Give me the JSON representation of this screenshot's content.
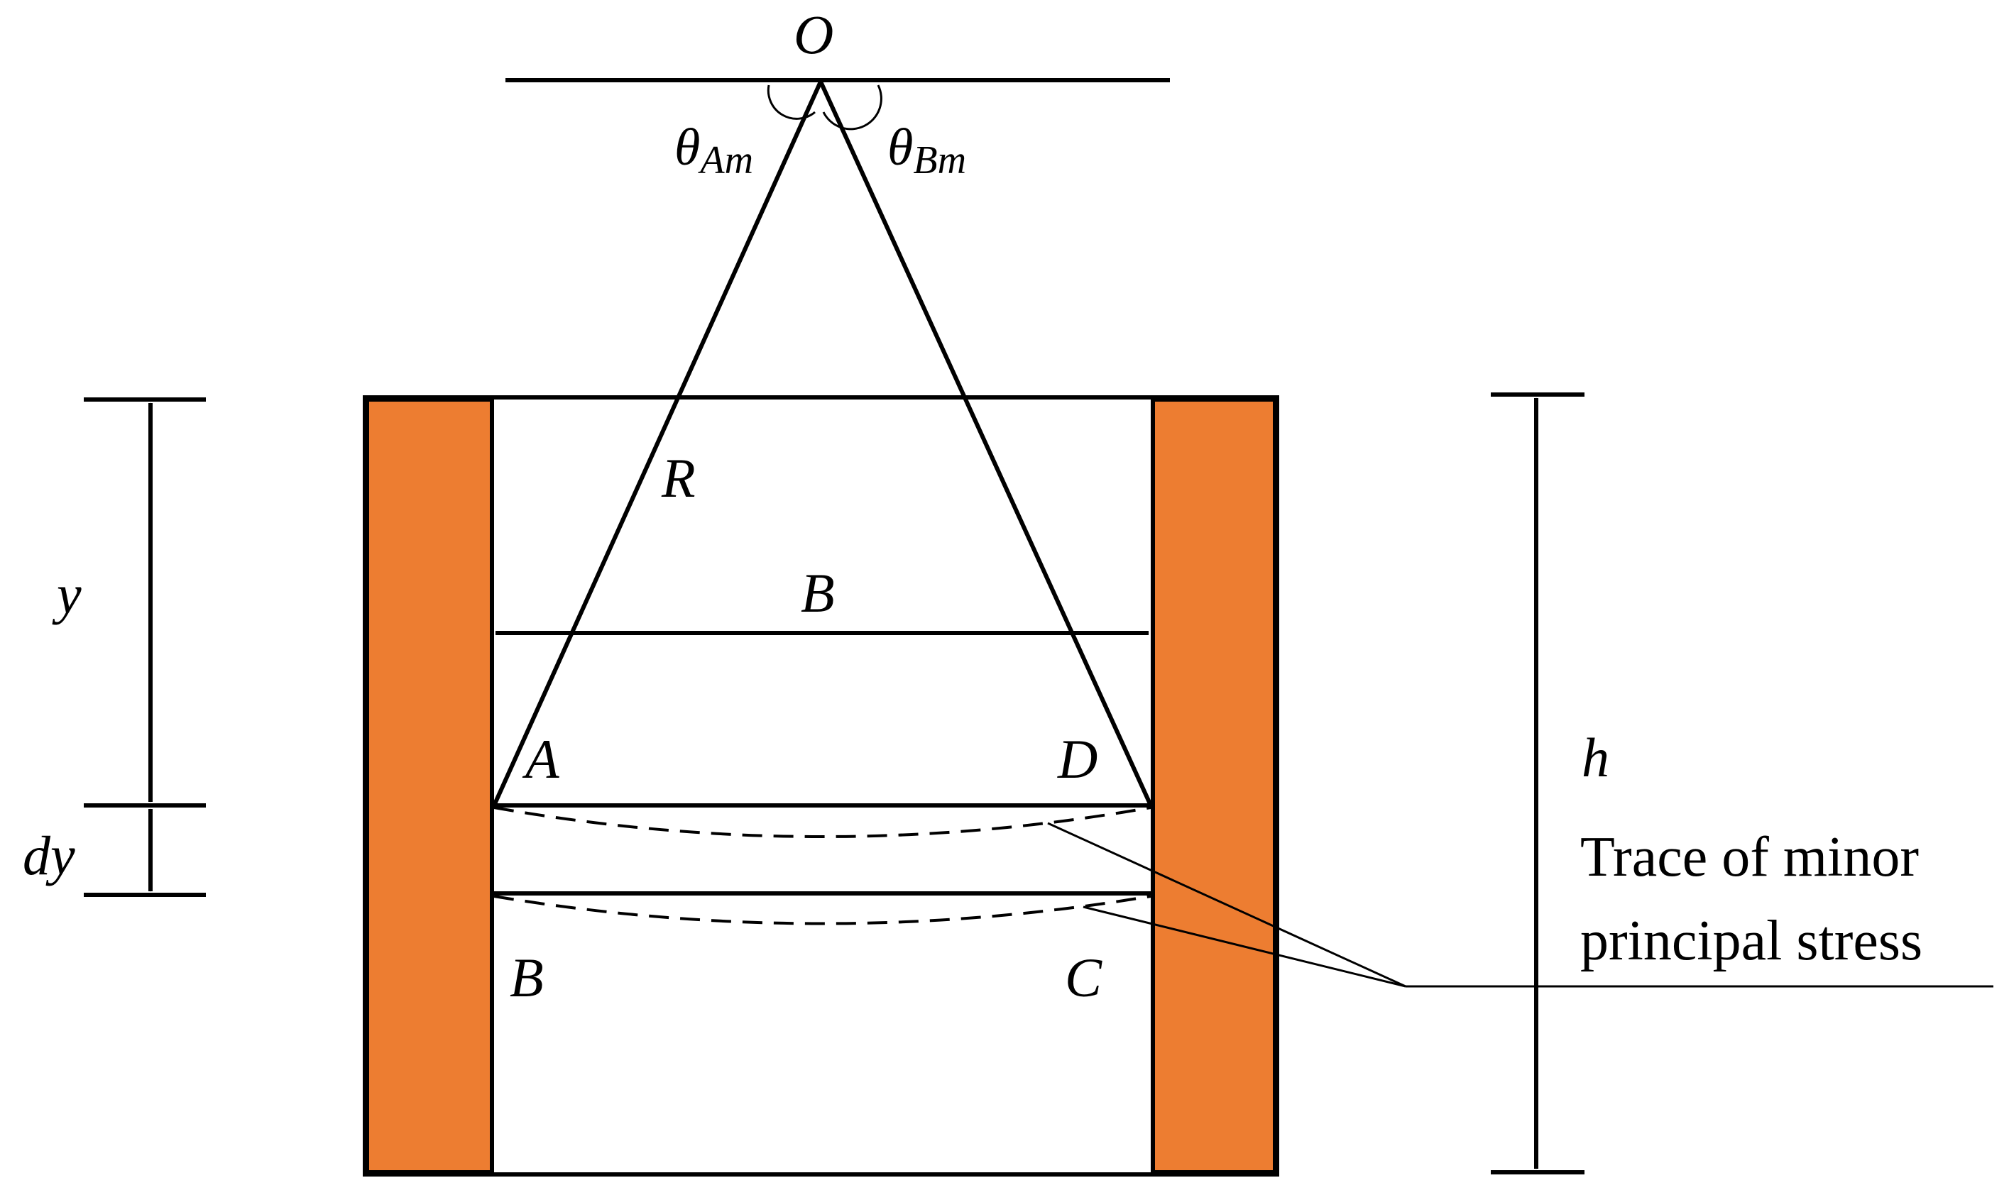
{
  "labels": {
    "O": "O",
    "theta_A": "θ",
    "theta_A_sub": "Am",
    "theta_B": "θ",
    "theta_B_sub": "Bm",
    "R": "R",
    "B_width": "B",
    "A": "A",
    "D": "D",
    "B_corner": "B",
    "C": "C",
    "y": "y",
    "dy": "dy",
    "h": "h"
  },
  "annotation": {
    "line1": "Trace of minor",
    "line2": "principal stress"
  },
  "colors": {
    "wall": "#ED7D31",
    "stroke": "#000000",
    "background": "#FFFFFF"
  }
}
